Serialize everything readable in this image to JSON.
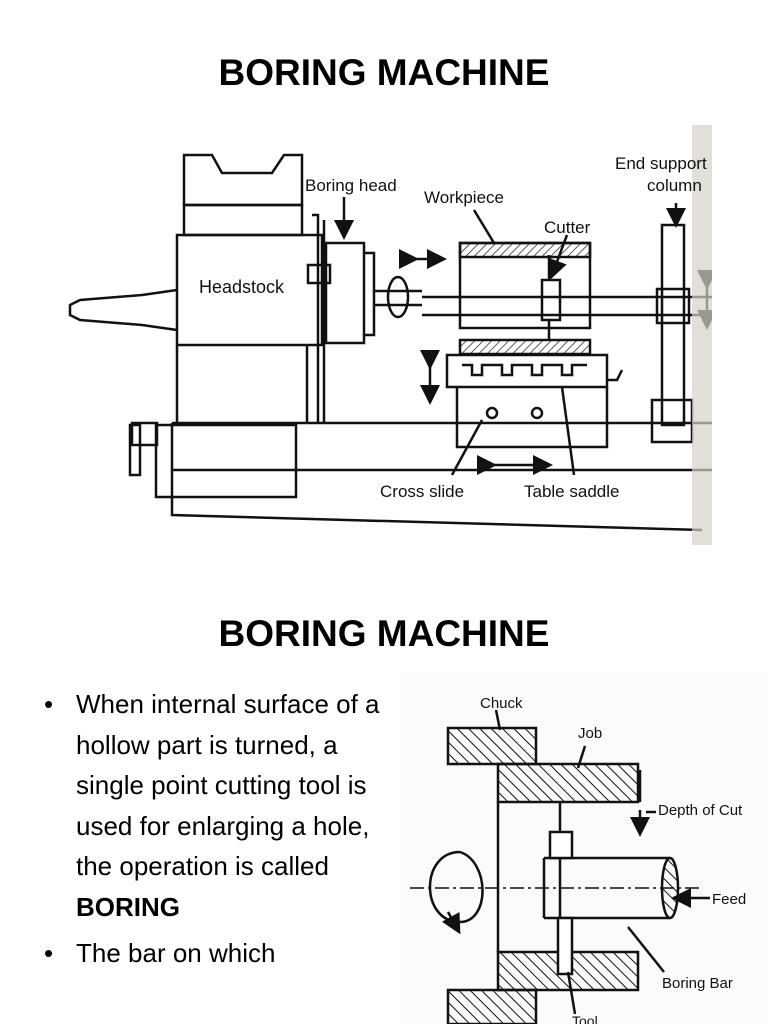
{
  "slide1": {
    "title": "BORING MACHINE",
    "diagram": {
      "labels": {
        "boring_head": "Boring head",
        "workpiece": "Workpiece",
        "cutter": "Cutter",
        "end_support_1": "End support",
        "end_support_2": "column",
        "headstock": "Headstock",
        "cross_slide": "Cross slide",
        "table_saddle": "Table saddle"
      }
    }
  },
  "slide2": {
    "title": "BORING MACHINE",
    "bullets": [
      {
        "bullet": "•",
        "text": "When internal surface of a hollow part is turned, a single point cutting tool is used for enlarging a hole, the operation is called ",
        "bold": "BORING"
      },
      {
        "bullet": "•",
        "text": "The bar on which",
        "bold": ""
      }
    ],
    "diagram": {
      "labels": {
        "chuck": "Chuck",
        "job": "Job",
        "depth_of_cut": "Depth of Cut",
        "feed": "Feed",
        "boring_bar": "Boring Bar",
        "tool": "Tool"
      }
    }
  }
}
